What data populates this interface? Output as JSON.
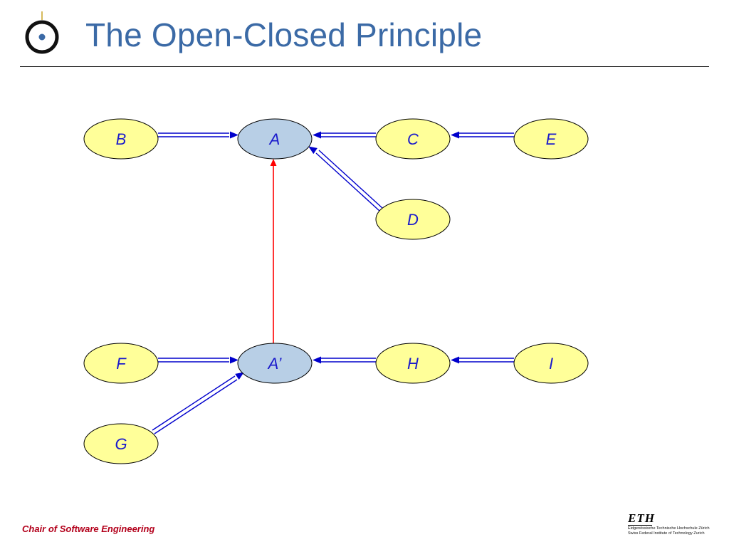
{
  "title": "The Open-Closed Principle",
  "footer": "Chair of Software Engineering",
  "eth": {
    "word": "ETH",
    "line1": "Eidgenössische Technische Hochschule Zürich",
    "line2": "Swiss Federal Institute of Technology Zurich"
  },
  "nodes": {
    "B": "B",
    "A": "A",
    "C": "C",
    "E": "E",
    "D": "D",
    "F": "F",
    "A2": "A’",
    "H": "H",
    "I": "I",
    "G": "G"
  },
  "colors": {
    "title": "#3b6aa6",
    "node_fill": "#ffff99",
    "highlight_fill": "#b8cfe6",
    "label": "#1a1acc",
    "arrow": "#0000cc",
    "revision_arrow": "#ff0000",
    "footer": "#b3001b"
  }
}
